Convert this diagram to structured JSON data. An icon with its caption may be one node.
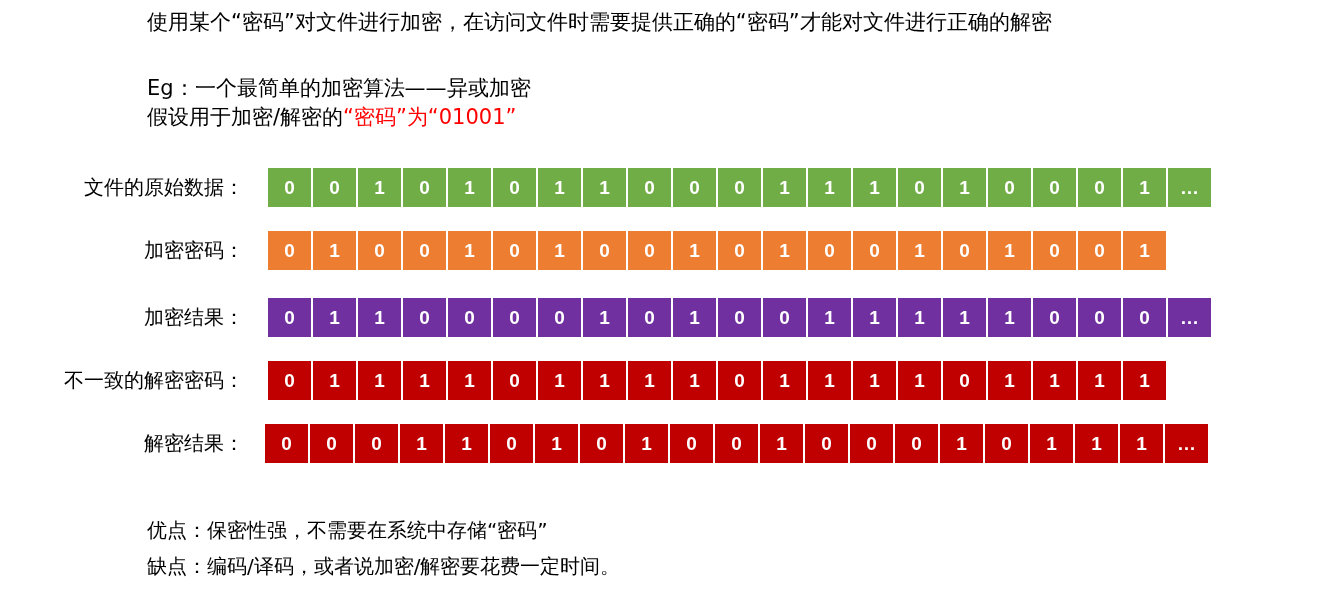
{
  "diagram": {
    "nodes": [
      {
        "text": [
          "0"
        ],
        "beside": [
          "文件的原始数据："
        ]
      },
      {
        "text": [
          "0"
        ]
      },
      {
        "text": [
          "1"
        ]
      },
      {
        "text": [
          "0"
        ]
      },
      {
        "text": [
          "1"
        ]
      },
      {
        "text": [
          "0"
        ]
      },
      {
        "text": [
          "1"
        ]
      },
      {
        "text": [
          "1"
        ]
      },
      {
        "text": [
          "0"
        ]
      },
      {
        "text": [
          "0"
        ]
      },
      {
        "text": [
          "0"
        ]
      },
      {
        "text": [
          "1"
        ]
      },
      {
        "text": [
          "1"
        ]
      },
      {
        "text": [
          "1"
        ]
      },
      {
        "text": [
          "0"
        ]
      },
      {
        "text": [
          "1"
        ]
      },
      {
        "text": [
          "0"
        ]
      },
      {
        "text": [
          "0"
        ]
      },
      {
        "text": [
          "0"
        ]
      },
      {
        "text": [
          "1"
        ]
      },
      {
        "text": [
          "…"
        ]
      },
      {
        "text": [
          "0"
        ],
        "beside": [
          "加密密码："
        ]
      },
      {
        "text": [
          "1"
        ]
      },
      {
        "text": [
          "0"
        ]
      },
      {
        "text": [
          "0"
        ]
      },
      {
        "text": [
          "1"
        ]
      },
      {
        "text": [
          "0"
        ]
      },
      {
        "text": [
          "1"
        ]
      },
      {
        "text": [
          "0"
        ]
      },
      {
        "text": [
          "0"
        ]
      },
      {
        "text": [
          "1"
        ]
      },
      {
        "text": [
          "0"
        ]
      },
      {
        "text": [
          "1"
        ]
      },
      {
        "text": [
          "0"
        ]
      },
      {
        "text": [
          "0"
        ]
      },
      {
        "text": [
          "1"
        ]
      },
      {
        "text": [
          "0"
        ]
      },
      {
        "text": [
          "1"
        ]
      },
      {
        "text": [
          "0"
        ]
      },
      {
        "text": [
          "0"
        ]
      },
      {
        "text": [
          "1"
        ]
      },
      {
        "text": [
          "0"
        ],
        "beside": [
          "加密结果："
        ]
      },
      {
        "text": [
          "1"
        ]
      },
      {
        "text": [
          "1"
        ]
      },
      {
        "text": [
          "0"
        ]
      },
      {
        "text": [
          "0"
        ]
      },
      {
        "text": [
          "0"
        ]
      },
      {
        "text": [
          "0"
        ]
      },
      {
        "text": [
          "1"
        ]
      },
      {
        "text": [
          "0"
        ]
      },
      {
        "text": [
          "1"
        ]
      },
      {
        "text": [
          "0"
        ]
      },
      {
        "text": [
          "0"
        ]
      },
      {
        "text": [
          "1"
        ]
      },
      {
        "text": [
          "1"
        ]
      },
      {
        "text": [
          "1"
        ]
      },
      {
        "text": [
          "1"
        ]
      },
      {
        "text": [
          "1"
        ]
      },
      {
        "text": [
          "0"
        ]
      },
      {
        "text": [
          "0"
        ]
      },
      {
        "text": [
          "0"
        ]
      },
      {
        "text": [
          "…"
        ]
      },
      {
        "text": [
          "0"
        ],
        "beside": [
          "不一致的解密密码："
        ]
      },
      {
        "text": [
          "1"
        ]
      },
      {
        "text": [
          "1"
        ]
      },
      {
        "text": [
          "1"
        ]
      },
      {
        "text": [
          "1"
        ]
      },
      {
        "text": [
          "0"
        ]
      },
      {
        "text": [
          "1"
        ]
      },
      {
        "text": [
          "1"
        ]
      },
      {
        "text": [
          "1"
        ]
      },
      {
        "text": [
          "1"
        ]
      },
      {
        "text": [
          "0"
        ]
      },
      {
        "text": [
          "1"
        ]
      },
      {
        "text": [
          "1"
        ]
      },
      {
        "text": [
          "1"
        ]
      },
      {
        "text": [
          "1"
        ]
      },
      {
        "text": [
          "0"
        ]
      },
      {
        "text": [
          "1"
        ]
      },
      {
        "text": [
          "1"
        ]
      },
      {
        "text": [
          "1"
        ]
      },
      {
        "text": [
          "1"
        ]
      },
      {
        "text": [
          "0"
        ],
        "beside": [
          "解密结果："
        ]
      },
      {
        "text": [
          "0"
        ]
      },
      {
        "text": [
          "0"
        ]
      },
      {
        "text": [
          "1"
        ]
      },
      {
        "text": [
          "1"
        ]
      },
      {
        "text": [
          "0"
        ]
      },
      {
        "text": [
          "1"
        ]
      },
      {
        "text": [
          "0"
        ]
      },
      {
        "text": [
          "1"
        ]
      },
      {
        "text": [
          "0"
        ]
      },
      {
        "text": [
          "0"
        ]
      },
      {
        "text": [
          "1"
        ]
      },
      {
        "text": [
          "0"
        ]
      },
      {
        "text": [
          "0"
        ]
      },
      {
        "text": [
          "0"
        ]
      },
      {
        "text": [
          "1"
        ]
      },
      {
        "text": [
          "0"
        ]
      },
      {
        "text": [
          "1"
        ]
      },
      {
        "text": [
          "1"
        ]
      },
      {
        "text": [
          "1"
        ]
      },
      {
        "text": [
          "…"
        ]
      }
    ],
    "labels": [
      "使用某个“密码”对文件进行加密，在访问文件时需要提供正确的“密码”才能对文件进行正确的解密",
      "Eg：一个最简单的加密算法——异或加密",
      "假设用于加密/解密的",
      "“密码”为“01001”",
      "优点：保密性强，不需要在系统中存储“密码”",
      "缺点：编码/译码，或者说加密/解密要花费一定时间。"
    ]
  }
}
